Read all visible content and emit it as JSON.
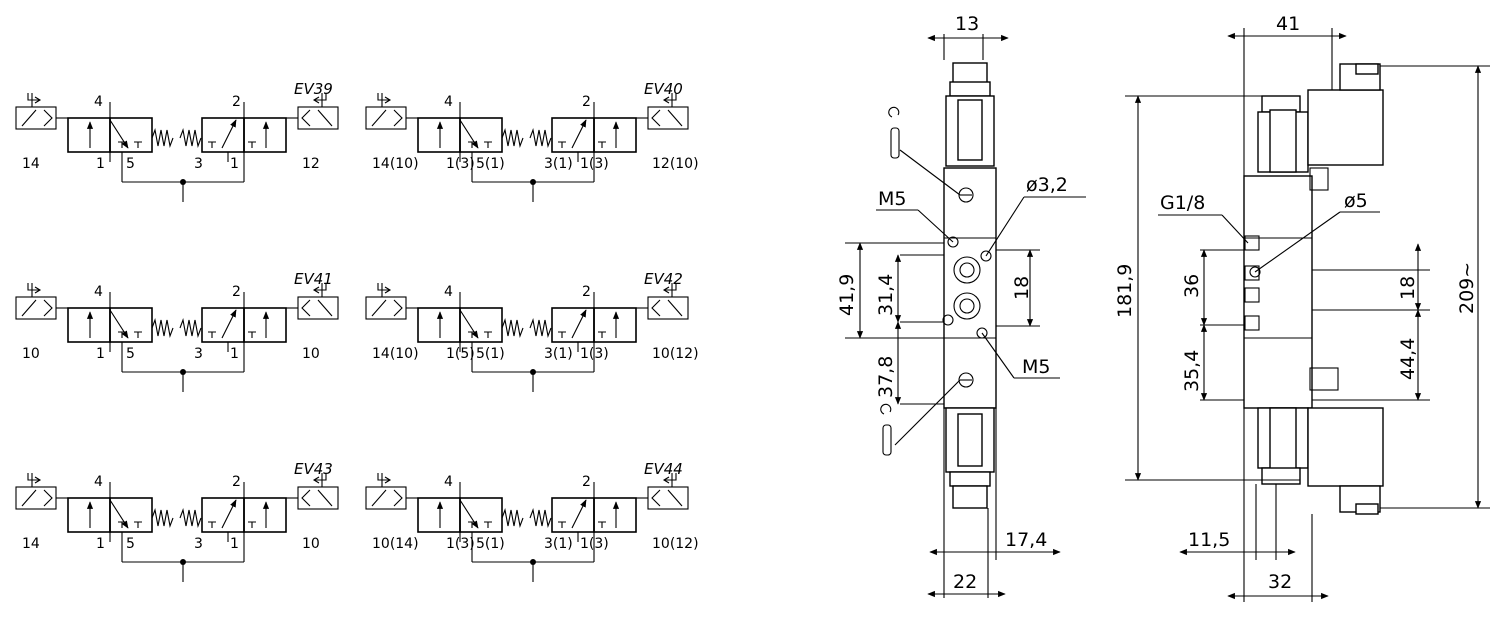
{
  "schematics": [
    {
      "model": "EV39",
      "left_coil_port": "14",
      "right_coil_port": "12",
      "port_4": "4",
      "port_2": "2",
      "port_left_supply": "1",
      "port_left_exhaust": "5",
      "port_right_exhaust": "3",
      "port_right_supply": "1"
    },
    {
      "model": "EV40",
      "left_coil_port": "14(10)",
      "right_coil_port": "12(10)",
      "port_4": "4",
      "port_2": "2",
      "port_left_supply": "1(3)",
      "port_left_exhaust": "5(1)",
      "port_right_exhaust": "3(1)",
      "port_right_supply": "1(3)"
    },
    {
      "model": "EV41",
      "left_coil_port": "10",
      "right_coil_port": "10",
      "port_4": "4",
      "port_2": "2",
      "port_left_supply": "1",
      "port_left_exhaust": "5",
      "port_right_exhaust": "3",
      "port_right_supply": "1"
    },
    {
      "model": "EV42",
      "left_coil_port": "14(10)",
      "right_coil_port": "10(12)",
      "port_4": "4",
      "port_2": "2",
      "port_left_supply": "1(5)",
      "port_left_exhaust": "5(1)",
      "port_right_exhaust": "3(1)",
      "port_right_supply": "1(3)"
    },
    {
      "model": "EV43",
      "left_coil_port": "14",
      "right_coil_port": "10",
      "port_4": "4",
      "port_2": "2",
      "port_left_supply": "1",
      "port_left_exhaust": "5",
      "port_right_exhaust": "3",
      "port_right_supply": "1"
    },
    {
      "model": "EV44",
      "left_coil_port": "10(14)",
      "right_coil_port": "10(12)",
      "port_4": "4",
      "port_2": "2",
      "port_left_supply": "1(3)",
      "port_left_exhaust": "5(1)",
      "port_right_exhaust": "3(1)",
      "port_right_supply": "1(3)"
    }
  ],
  "front_view": {
    "dim_top_width": "13",
    "dim_port_spacing": "18",
    "dim_upper_height": "41,9",
    "dim_upper_inner": "31,4",
    "dim_lower_height": "37,8",
    "dim_right_offset": "17,4",
    "dim_bottom_width": "22",
    "label_thread_top": "M5",
    "label_thread_bottom": "M5",
    "label_hole": "ø3,2"
  },
  "side_view": {
    "dim_top_width": "41",
    "dim_overall_height": "181,9",
    "dim_total_height": "209~",
    "dim_port_pitch_upper": "36",
    "dim_port_pitch_lower": "35,4",
    "dim_right_upper": "18",
    "dim_right_lower": "44,4",
    "dim_left_offset": "11,5",
    "dim_bottom_width": "32",
    "label_port_thread": "G1/8",
    "label_hole": "ø5"
  }
}
